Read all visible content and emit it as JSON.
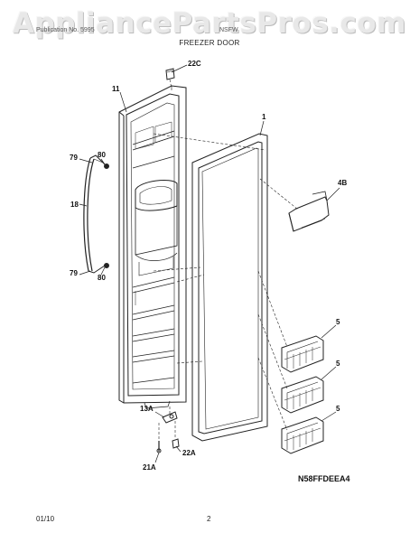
{
  "watermark": "AppliancePartsPros.com",
  "header": {
    "left_text": "Publication No. 5995",
    "right_text": "NSFW"
  },
  "title": "FREEZER DOOR",
  "labels": {
    "p22c": "22C",
    "p11": "11",
    "p1": "1",
    "p4b": "4B",
    "p79a": "79",
    "p80a": "80",
    "p18": "18",
    "p79b": "79",
    "p80b": "80",
    "p5a": "5",
    "p5b": "5",
    "p5c": "5",
    "p13a": "13A",
    "p22a": "22A",
    "p21a": "21A"
  },
  "diagram_code": "N58FFDEEA4",
  "footer": {
    "date": "01/10",
    "page_number": "2"
  }
}
